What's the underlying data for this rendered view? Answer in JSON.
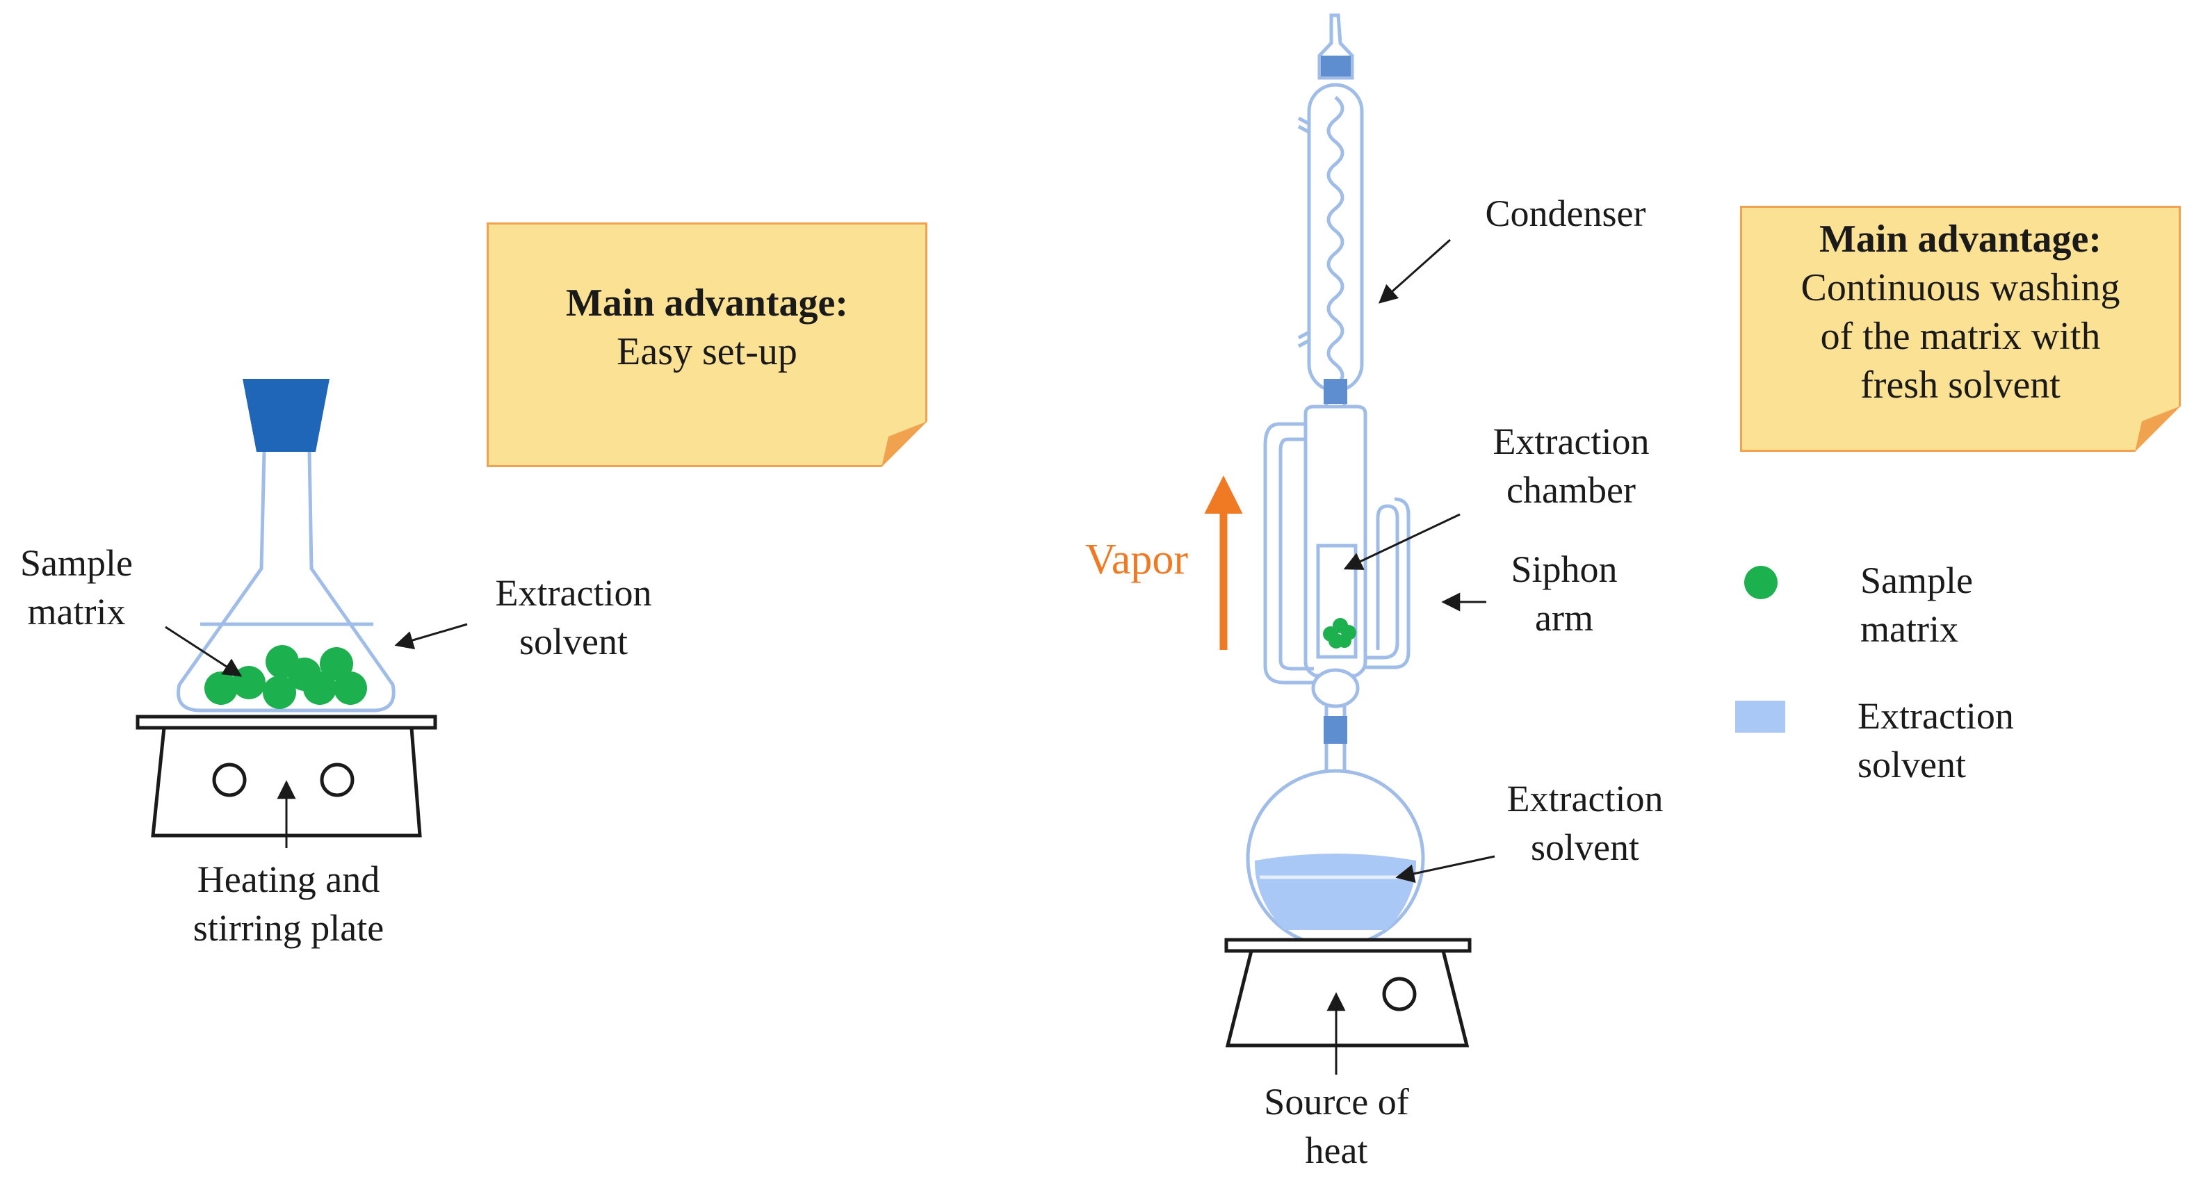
{
  "left_panel": {
    "note": {
      "title": "Main advantage:",
      "text": "Easy set-up"
    },
    "labels": {
      "sample_matrix": [
        "Sample",
        "matrix"
      ],
      "extraction_solvent": [
        "Extraction",
        "solvent"
      ],
      "heating_plate": [
        "Heating and",
        "stirring plate"
      ]
    }
  },
  "right_panel": {
    "note": {
      "title": "Main advantage:",
      "lines": [
        "Continuous washing",
        "of the matrix with",
        "fresh solvent"
      ]
    },
    "labels": {
      "condenser": "Condenser",
      "extraction_chamber": [
        "Extraction",
        "chamber"
      ],
      "siphon_arm": [
        "Siphon",
        "arm"
      ],
      "extraction_solvent": [
        "Extraction",
        "solvent"
      ],
      "source_of_heat": [
        "Source of",
        "heat"
      ],
      "vapor": "Vapor"
    }
  },
  "legend": [
    {
      "name": "sample-matrix",
      "lines": [
        "Sample",
        "matrix"
      ],
      "color": "#1db04f",
      "shape": "circle"
    },
    {
      "name": "extraction-solvent",
      "lines": [
        "Extraction",
        "solvent"
      ],
      "color": "#a9c8f5",
      "shape": "square"
    }
  ],
  "colors": {
    "glass": "#9fbde8",
    "solvent": "#a9c8f5",
    "stopper": "#1f66b8",
    "joint": "#5f8ed0",
    "sample": "#1db04f",
    "note_fill": "#fbe193",
    "note_border": "#f0a24f",
    "vapor_arrow": "#f07a24"
  }
}
